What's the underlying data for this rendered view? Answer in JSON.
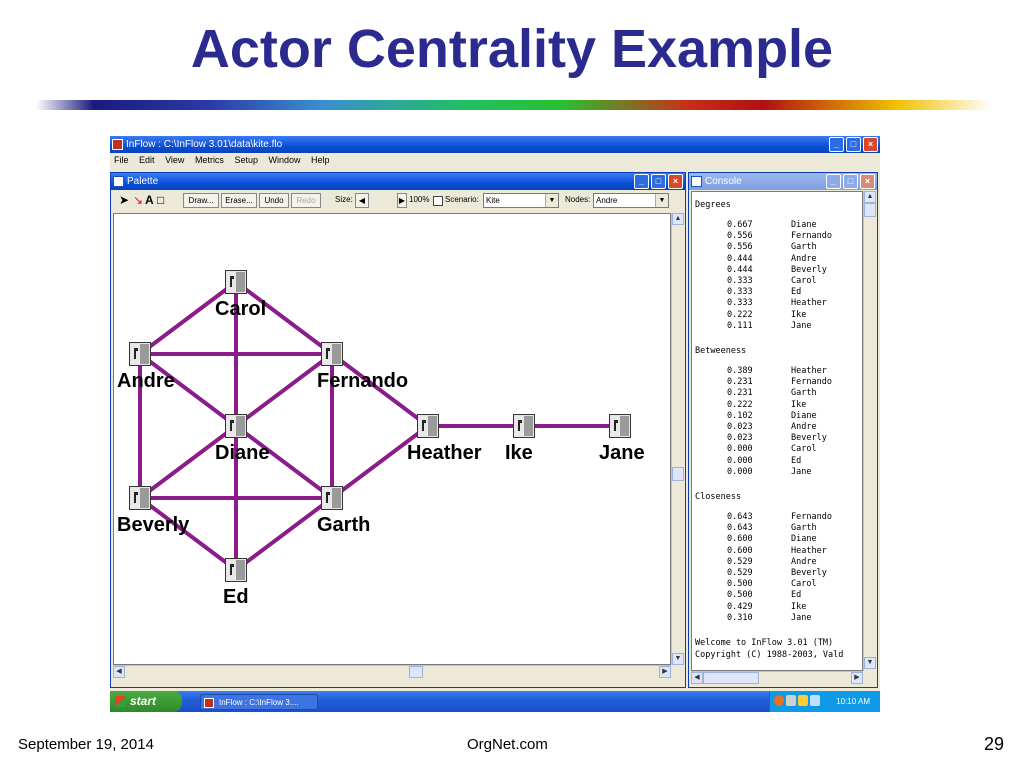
{
  "slide": {
    "title": "Actor Centrality Example",
    "footer_date": "September 19, 2014",
    "footer_org": "OrgNet.com",
    "page_number": "29"
  },
  "main_window": {
    "title": "InFlow : C:\\InFlow 3.01\\data\\kite.flo",
    "menu": [
      "File",
      "Edit",
      "View",
      "Metrics",
      "Setup",
      "Window",
      "Help"
    ]
  },
  "palette_window": {
    "title": "Palette",
    "toolbar": {
      "draw": "Draw...",
      "erase": "Erase...",
      "undo": "Undo",
      "redo": "Redo",
      "size_label": "Size:",
      "zoom": "100%",
      "scenario_label": "Scenario:",
      "scenario_value": "Kite",
      "nodes_label": "Nodes:",
      "nodes_value": "Andre"
    },
    "nodes": [
      {
        "name": "Carol"
      },
      {
        "name": "Andre"
      },
      {
        "name": "Fernando"
      },
      {
        "name": "Diane"
      },
      {
        "name": "Heather"
      },
      {
        "name": "Ike"
      },
      {
        "name": "Jane"
      },
      {
        "name": "Beverly"
      },
      {
        "name": "Garth"
      },
      {
        "name": "Ed"
      }
    ],
    "edges": [
      [
        "Carol",
        "Andre"
      ],
      [
        "Carol",
        "Fernando"
      ],
      [
        "Carol",
        "Diane"
      ],
      [
        "Carol",
        "Ed"
      ],
      [
        "Andre",
        "Fernando"
      ],
      [
        "Andre",
        "Diane"
      ],
      [
        "Andre",
        "Beverly"
      ],
      [
        "Fernando",
        "Diane"
      ],
      [
        "Fernando",
        "Garth"
      ],
      [
        "Fernando",
        "Heather"
      ],
      [
        "Diane",
        "Beverly"
      ],
      [
        "Diane",
        "Garth"
      ],
      [
        "Diane",
        "Ed"
      ],
      [
        "Beverly",
        "Garth"
      ],
      [
        "Beverly",
        "Ed"
      ],
      [
        "Garth",
        "Ed"
      ],
      [
        "Garth",
        "Heather"
      ],
      [
        "Heather",
        "Ike"
      ],
      [
        "Ike",
        "Jane"
      ]
    ],
    "edge_color": "#8b1a8b"
  },
  "console_window": {
    "title": "Console",
    "sections": [
      {
        "heading": "Degrees",
        "rows": [
          [
            "0.667",
            "Diane"
          ],
          [
            "0.556",
            "Fernando"
          ],
          [
            "0.556",
            "Garth"
          ],
          [
            "0.444",
            "Andre"
          ],
          [
            "0.444",
            "Beverly"
          ],
          [
            "0.333",
            "Carol"
          ],
          [
            "0.333",
            "Ed"
          ],
          [
            "0.333",
            "Heather"
          ],
          [
            "0.222",
            "Ike"
          ],
          [
            "0.111",
            "Jane"
          ]
        ]
      },
      {
        "heading": "Betweeness",
        "rows": [
          [
            "0.389",
            "Heather"
          ],
          [
            "0.231",
            "Fernando"
          ],
          [
            "0.231",
            "Garth"
          ],
          [
            "0.222",
            "Ike"
          ],
          [
            "0.102",
            "Diane"
          ],
          [
            "0.023",
            "Andre"
          ],
          [
            "0.023",
            "Beverly"
          ],
          [
            "0.000",
            "Carol"
          ],
          [
            "0.000",
            "Ed"
          ],
          [
            "0.000",
            "Jane"
          ]
        ]
      },
      {
        "heading": "Closeness",
        "rows": [
          [
            "0.643",
            "Fernando"
          ],
          [
            "0.643",
            "Garth"
          ],
          [
            "0.600",
            "Diane"
          ],
          [
            "0.600",
            "Heather"
          ],
          [
            "0.529",
            "Andre"
          ],
          [
            "0.529",
            "Beverly"
          ],
          [
            "0.500",
            "Carol"
          ],
          [
            "0.500",
            "Ed"
          ],
          [
            "0.429",
            "Ike"
          ],
          [
            "0.310",
            "Jane"
          ]
        ]
      }
    ],
    "footer_lines": [
      "Welcome to InFlow 3.01 (TM)",
      "Copyright (C) 1988-2003, Vald"
    ]
  },
  "taskbar": {
    "start": "start",
    "task": "InFlow : C:\\InFlow 3....",
    "clock": "10:10 AM"
  }
}
